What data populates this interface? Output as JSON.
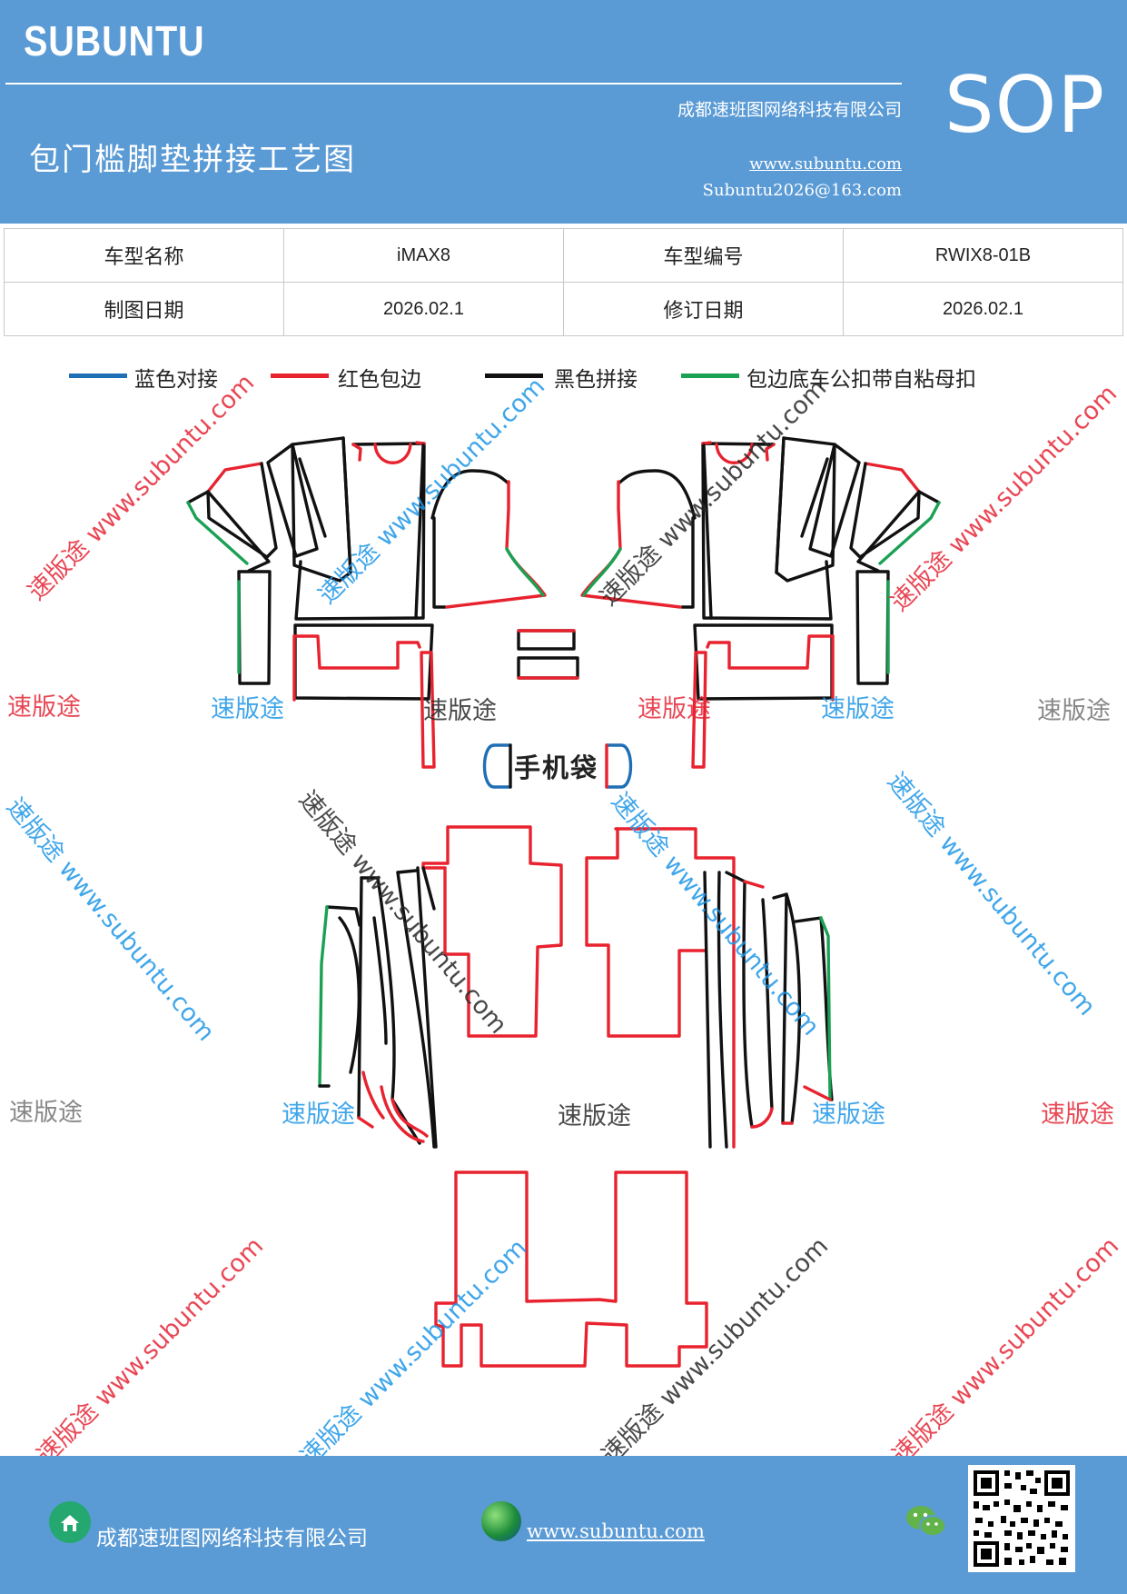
{
  "header": {
    "brand": "SUBUNTU",
    "company": "成都速班图网络科技有限公司",
    "doc_title": "包门槛脚垫拼接工艺图",
    "website": "www.subuntu.com",
    "email": "Subuntu2026@163.com",
    "badge": "SOP"
  },
  "info_table": {
    "row1": {
      "label1": "车型名称",
      "value1": "iMAX8",
      "label2": "车型编号",
      "value2": "RWIX8-01B"
    },
    "row2": {
      "label1": "制图日期",
      "value1": "2026.02.1",
      "label2": "修订日期",
      "value2": "2026.02.1"
    }
  },
  "legend": [
    {
      "label": "蓝色对接",
      "color": "#1f6fb5"
    },
    {
      "label": "红色包边",
      "color": "#e8232f"
    },
    {
      "label": "黑色拼接",
      "color": "#111111"
    },
    {
      "label": "包边底车公扣带自粘母扣",
      "color": "#1aa154"
    }
  ],
  "diagram": {
    "phone_bag_label": "手机袋",
    "stamp_text": "速版途",
    "watermark_text": "速版途 www.subuntu.com"
  },
  "footer": {
    "company": "成都速班图网络科技有限公司",
    "website": "www.subuntu.com ",
    "icons": [
      "home-icon",
      "globe-icon",
      "wechat-icon",
      "qr-code"
    ]
  }
}
